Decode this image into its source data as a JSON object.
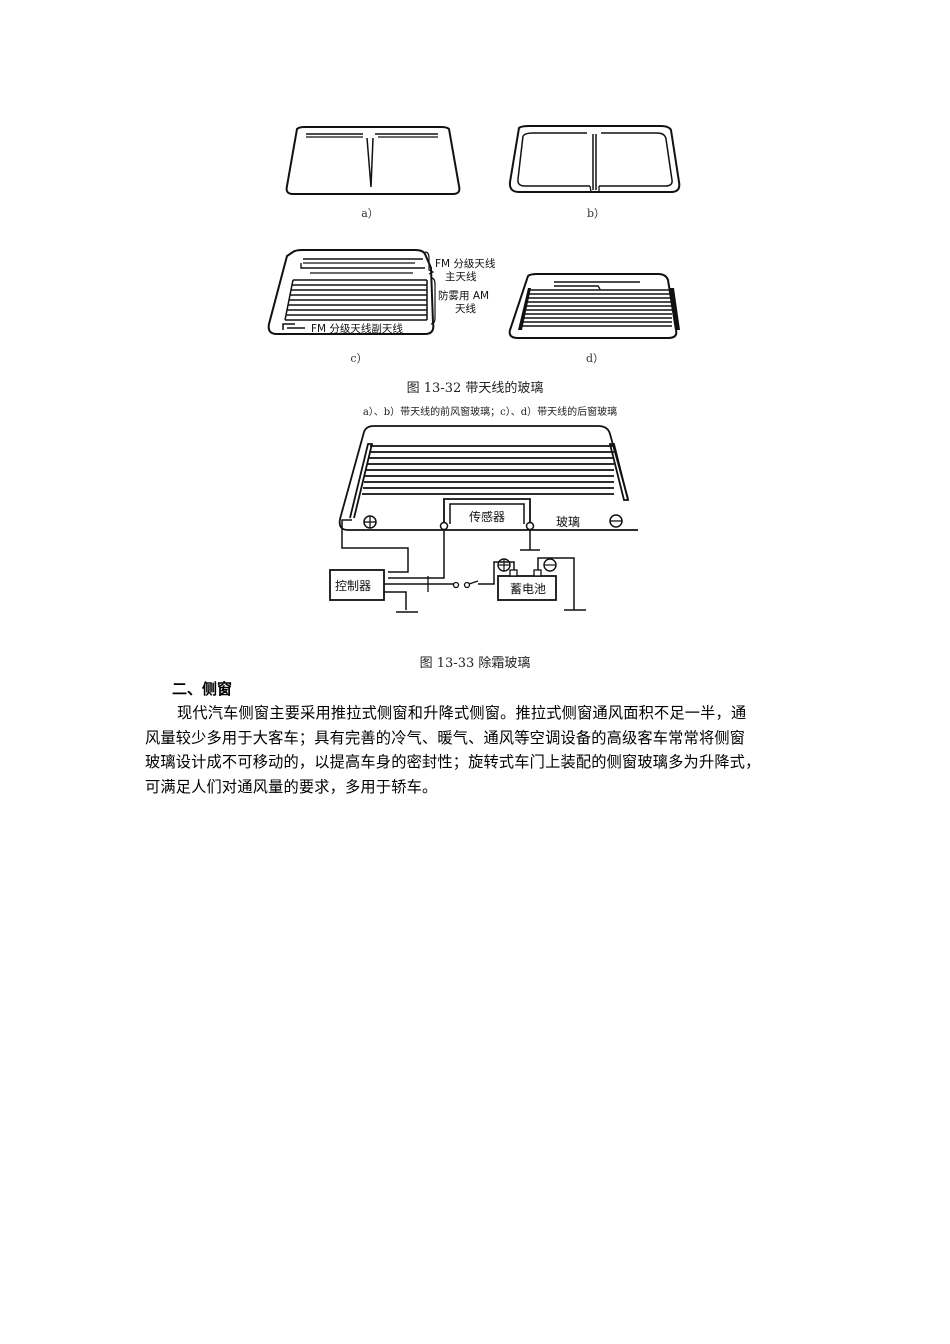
{
  "figure_13_32": {
    "panels": [
      {
        "id": "a",
        "label": "a）",
        "description": "前风窗玻璃，带中央T形天线"
      },
      {
        "id": "b",
        "label": "b）",
        "description": "前风窗玻璃，带周边环形天线"
      },
      {
        "id": "c",
        "label": "c）",
        "description": "后窗玻璃，带FM分级天线及防雾用AM天线"
      },
      {
        "id": "d",
        "label": "d）",
        "description": "后窗玻璃，带加热线天线"
      }
    ],
    "panel_c_annotations": {
      "fm_main": "FM 分级天线主天线",
      "fm_main_line1": "FM 分级天线",
      "fm_main_line2": "主天线",
      "am_defog_line1": "防雾用 AM",
      "am_defog_line2": "天线",
      "fm_sub": "FM 分级天线副天线"
    },
    "caption": "图 13-32  带天线的玻璃",
    "subcaption": "a）、b）带天线的前风窗玻璃；c）、d）带天线的后窗玻璃"
  },
  "figure_13_33": {
    "labels": {
      "sensor": "传感器",
      "glass": "玻璃",
      "controller": "控制器",
      "battery": "蓄电池",
      "positive": "⊕",
      "negative": "⊖"
    },
    "caption": "图 13-33  除霜玻璃"
  },
  "section": {
    "heading": "二、侧窗",
    "paragraph": "现代汽车侧窗主要采用推拉式侧窗和升降式侧窗。推拉式侧窗通风面积不足一半，通风量较少多用于大客车；具有完善的冷气、暖气、通风等空调设备的高级客车常常将侧窗玻璃设计成不可移动的，以提高车身的密封性；旋转式车门上装配的侧窗玻璃多为升降式，可满足人们对通风量的要求，多用于轿车。",
    "lines": [
      "现代汽车侧窗主要采用推拉式侧窗和升降式侧窗。推拉式侧窗通风面积不足一半，通",
      "风量较少多用于大客车；具有完善的冷气、暖气、通风等空调设备的高级客车常常将侧窗",
      "玻璃设计成不可移动的，以提高车身的密封性；旋转式车门上装配的侧窗玻璃多为升降式，",
      "可满足人们对通风量的要求，多用于轿车。"
    ]
  }
}
